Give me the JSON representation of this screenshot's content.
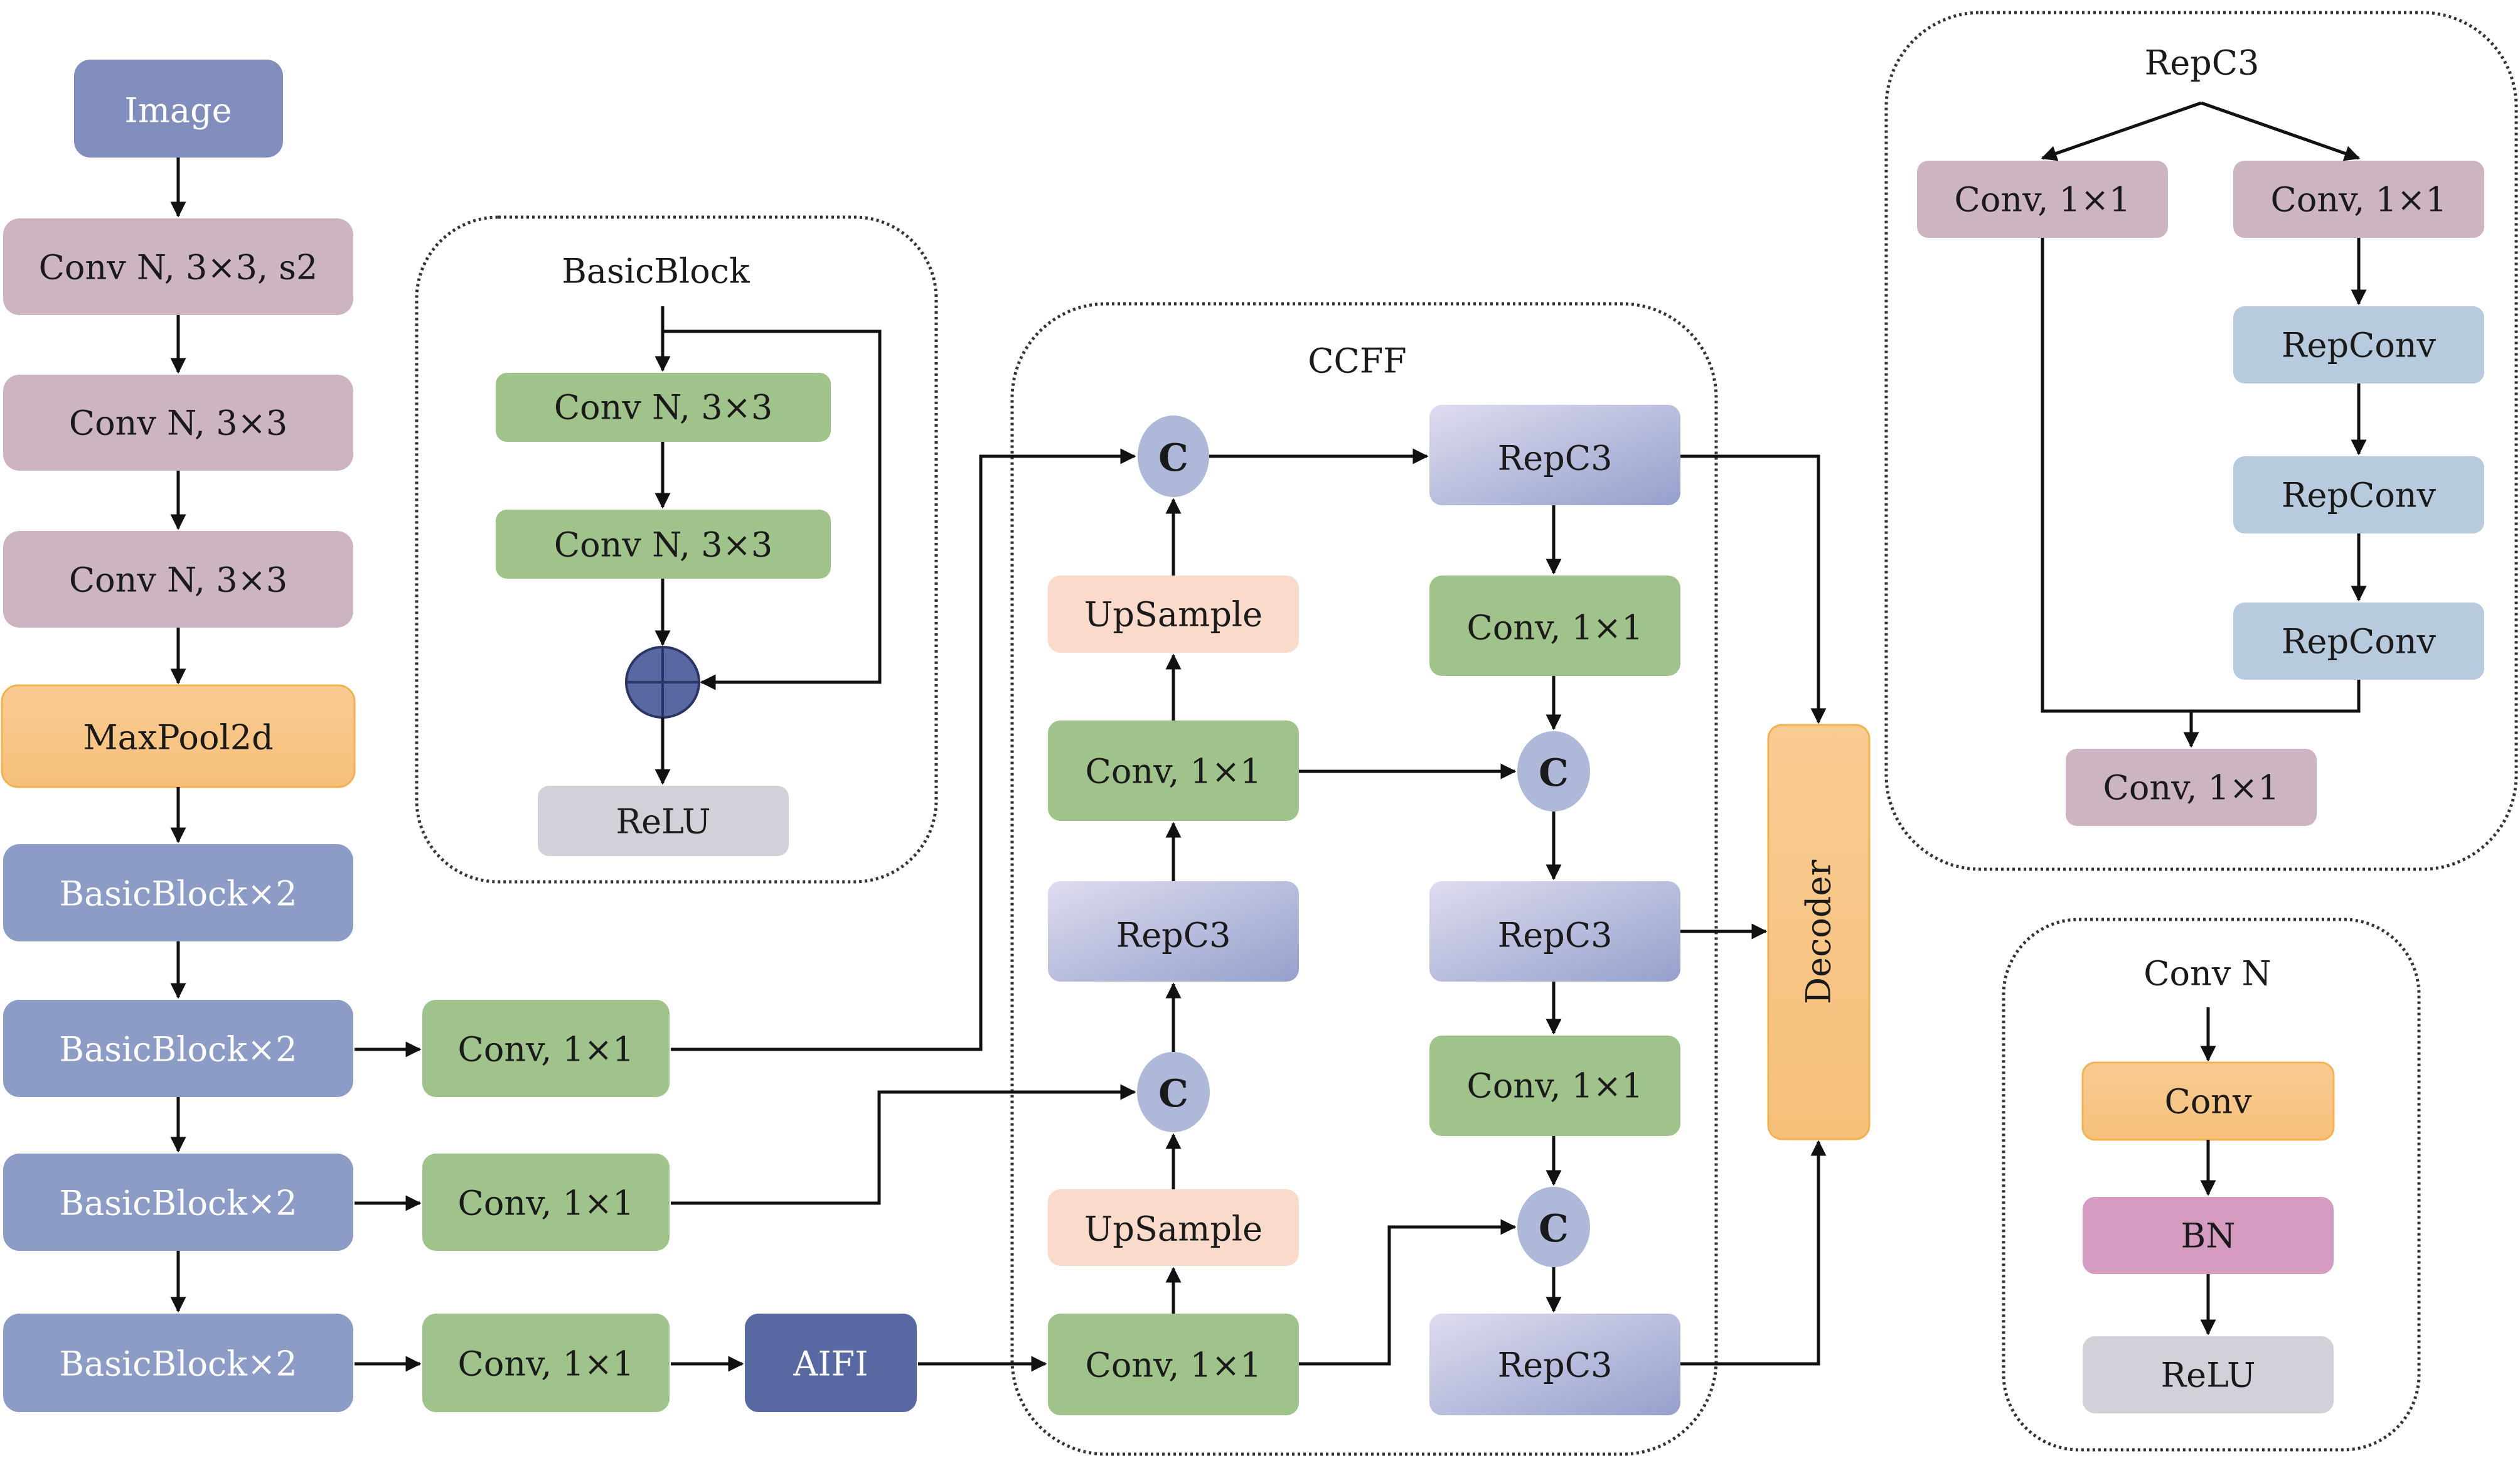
{
  "colors": {
    "image": "#818ebd",
    "conv_pink": "#ccb4c3",
    "conv_green": "#9fc38a",
    "maxpool": "#f7c27d",
    "basicblock": "#8c9cc6",
    "aifi": "#5768a3",
    "upsample": "#fadbcb",
    "repc3_light": "#dcdcee",
    "repc3_dark": "#98a2cd",
    "concat": "#aeb8d8",
    "decoder": "#f7c27d",
    "repconv": "#b8cadd",
    "bn": "#d59bc1",
    "relu": "#d2d1da",
    "add": "#5768a3"
  },
  "backbone": {
    "image": "Image",
    "stem": [
      "Conv N, 3×3, s2",
      "Conv N, 3×3",
      "Conv N, 3×3"
    ],
    "maxpool": "MaxPool2d",
    "stages": [
      "BasicBlock×2",
      "BasicBlock×2",
      "BasicBlock×2",
      "BasicBlock×2"
    ],
    "lateral_convs": [
      "Conv, 1×1",
      "Conv, 1×1",
      "Conv, 1×1"
    ],
    "aifi": "AIFI"
  },
  "basicblock_panel": {
    "title": "BasicBlock",
    "conv1": "Conv N, 3×3",
    "conv2": "Conv N, 3×3",
    "relu": "ReLU"
  },
  "ccff_panel": {
    "title": "CCFF",
    "concat_label": "C",
    "left_column": {
      "upsample_top": "UpSample",
      "conv_mid": "Conv, 1×1",
      "repc3": "RepC3",
      "upsample_bottom": "UpSample",
      "conv_bottom": "Conv, 1×1"
    },
    "right_column": {
      "repc3_top": "RepC3",
      "conv_top": "Conv, 1×1",
      "repc3_mid": "RepC3",
      "conv_mid": "Conv, 1×1",
      "repc3_bottom": "RepC3"
    }
  },
  "decoder": "Decoder",
  "repc3_panel": {
    "title": "RepC3",
    "conv_left": "Conv, 1×1",
    "conv_right": "Conv, 1×1",
    "repconvs": [
      "RepConv",
      "RepConv",
      "RepConv"
    ],
    "conv_out": "Conv, 1×1"
  },
  "convn_panel": {
    "title": "Conv N",
    "conv": "Conv",
    "bn": "BN",
    "relu": "ReLU"
  }
}
